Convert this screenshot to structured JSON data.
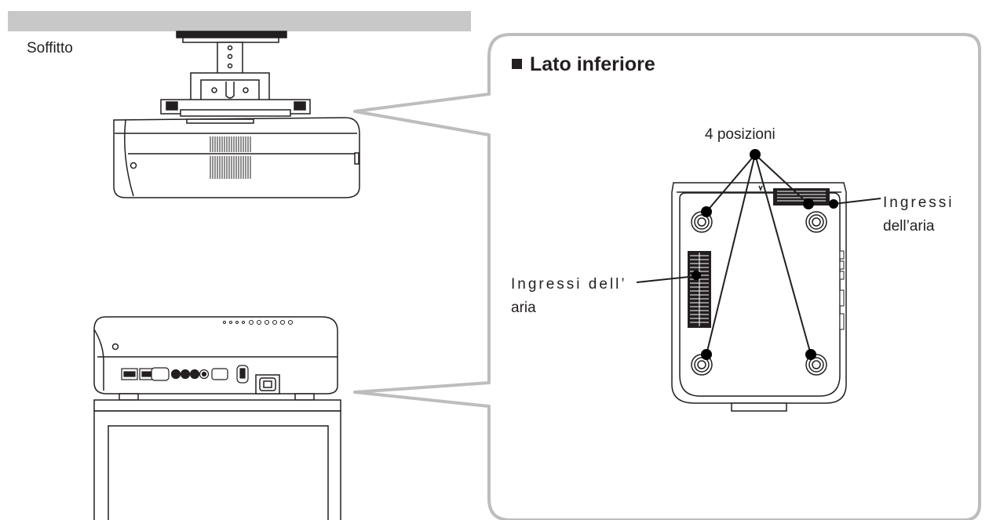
{
  "labels": {
    "ceiling": "Soffitto",
    "panel_title": "Lato inferiore",
    "positions": "4 posizioni",
    "intake_right_line1": "Ingressi",
    "intake_right_line2": "dell’aria",
    "intake_left_line1": "Ingressi dell’",
    "intake_left_line2": "aria"
  },
  "icons": {
    "title_bullet": "filled-square-icon"
  },
  "colors": {
    "line": "#231f20",
    "ceiling_bar": "#c8c8c8",
    "panel_border": "#bdbdbd",
    "marker": "#000000",
    "background": "#ffffff"
  }
}
